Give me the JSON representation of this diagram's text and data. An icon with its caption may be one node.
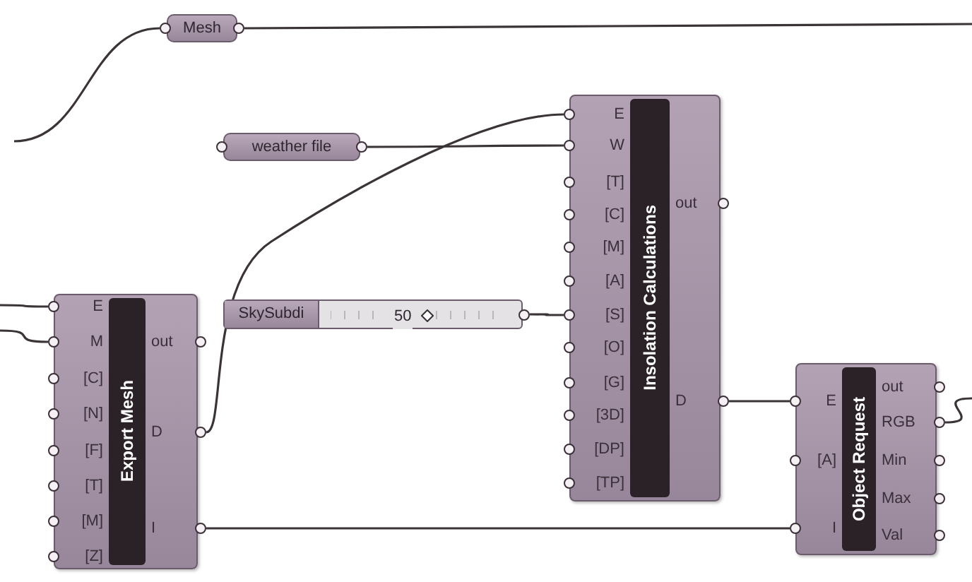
{
  "diagram": {
    "nodes": [
      {
        "text": [
          "Mesh"
        ]
      },
      {
        "text": [
          "weather file"
        ]
      },
      {
        "text": [
          "SkySubdi",
          "50"
        ]
      },
      {
        "text": [
          "Export Mesh"
        ]
      },
      {
        "text": [
          "E"
        ],
        "in": 3
      },
      {
        "text": [
          "M"
        ],
        "in": 3
      },
      {
        "text": [
          "[C]"
        ],
        "in": 3
      },
      {
        "text": [
          "[N]"
        ],
        "in": 3
      },
      {
        "text": [
          "[F]"
        ],
        "in": 3
      },
      {
        "text": [
          "[T]"
        ],
        "in": 3
      },
      {
        "text": [
          "[M]"
        ],
        "in": 3
      },
      {
        "text": [
          "[Z]"
        ],
        "in": 3
      },
      {
        "text": [
          "out"
        ],
        "in": 3
      },
      {
        "text": [
          "D"
        ],
        "in": 3
      },
      {
        "text": [
          "I"
        ],
        "in": 3
      },
      {
        "text": [
          "Insolation Calculations"
        ]
      },
      {
        "text": [
          "E"
        ],
        "in": 15
      },
      {
        "text": [
          "W"
        ],
        "in": 15
      },
      {
        "text": [
          "[T]"
        ],
        "in": 15
      },
      {
        "text": [
          "[C]"
        ],
        "in": 15
      },
      {
        "text": [
          "[M]"
        ],
        "in": 15
      },
      {
        "text": [
          "[A]"
        ],
        "in": 15
      },
      {
        "text": [
          "[S]"
        ],
        "in": 15
      },
      {
        "text": [
          "[O]"
        ],
        "in": 15
      },
      {
        "text": [
          "[G]"
        ],
        "in": 15
      },
      {
        "text": [
          "[3D]"
        ],
        "in": 15
      },
      {
        "text": [
          "[DP]"
        ],
        "in": 15
      },
      {
        "text": [
          "[TP]"
        ],
        "in": 15
      },
      {
        "text": [
          "out"
        ],
        "in": 15
      },
      {
        "text": [
          "D"
        ],
        "in": 15
      },
      {
        "text": [
          "Object Request"
        ]
      },
      {
        "text": [
          "E"
        ],
        "in": 30
      },
      {
        "text": [
          "[A]"
        ],
        "in": 30
      },
      {
        "text": [
          "I"
        ],
        "in": 30
      },
      {
        "text": [
          "out"
        ],
        "in": 30
      },
      {
        "text": [
          "RGB"
        ],
        "in": 30
      },
      {
        "text": [
          "Min"
        ],
        "in": 30
      },
      {
        "text": [
          "Max"
        ],
        "in": 30
      },
      {
        "text": [
          "Val"
        ],
        "in": 30
      }
    ],
    "edges": [
      {
        "from": null,
        "to": 0,
        "arrow": "none"
      },
      {
        "from": 0,
        "to": null,
        "arrow": "none"
      },
      {
        "from": null,
        "to": 4,
        "arrow": "none"
      },
      {
        "from": null,
        "to": 5,
        "arrow": "none"
      },
      {
        "from": 1,
        "to": 17,
        "arrow": "none"
      },
      {
        "from": 13,
        "to": 16,
        "arrow": "none"
      },
      {
        "from": 2,
        "to": 22,
        "arrow": "none"
      },
      {
        "from": 29,
        "to": 31,
        "arrow": "none"
      },
      {
        "from": 14,
        "to": 33,
        "arrow": "none"
      },
      {
        "from": 35,
        "to": null,
        "arrow": "none"
      }
    ]
  }
}
